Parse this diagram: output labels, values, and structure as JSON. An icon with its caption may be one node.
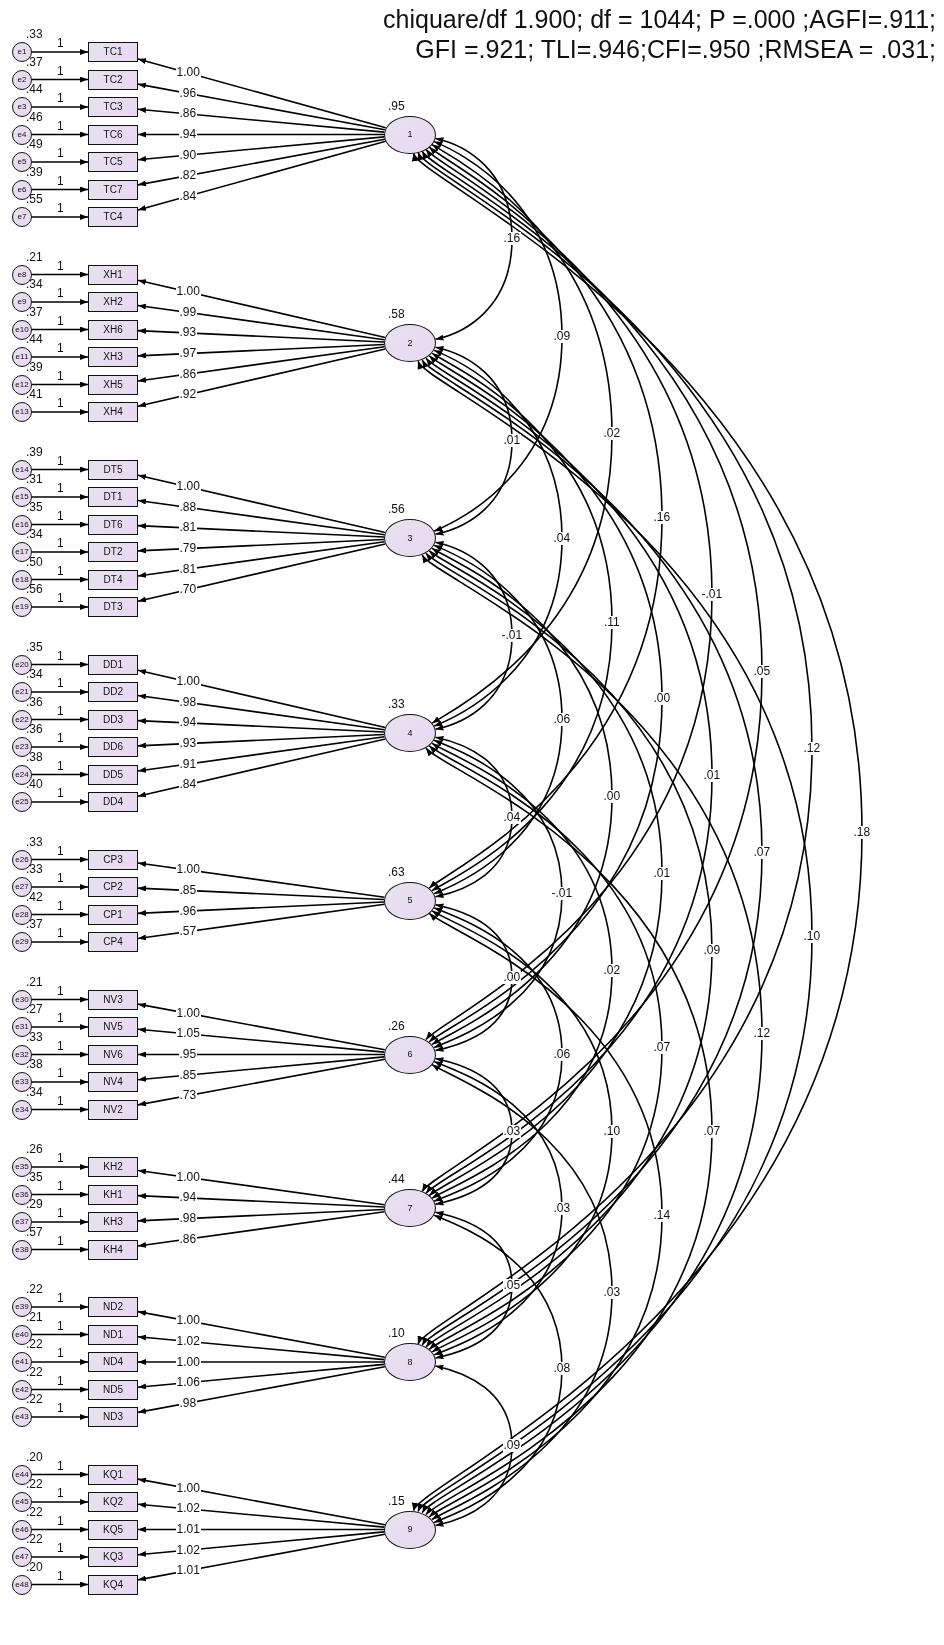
{
  "diagram": {
    "title": "chiquare/df 1.900; df = 1044; P =.000 ;AGFI=.911; GFI =.921; TLI=.946;CFI=.950 ;RMSEA = .031;",
    "nodes": [
      {
        "text": [
          "e1"
        ],
        "beside": [
          ".33"
        ]
      },
      {
        "text": [
          "e2"
        ],
        "beside": [
          ".37"
        ]
      },
      {
        "text": [
          "e3"
        ],
        "beside": [
          ".44"
        ]
      },
      {
        "text": [
          "e4"
        ],
        "beside": [
          ".46"
        ]
      },
      {
        "text": [
          "e5"
        ],
        "beside": [
          ".49"
        ]
      },
      {
        "text": [
          "e6"
        ],
        "beside": [
          ".39"
        ]
      },
      {
        "text": [
          "e7"
        ],
        "beside": [
          ".55"
        ]
      },
      {
        "text": [
          "TC1"
        ]
      },
      {
        "text": [
          "TC2"
        ]
      },
      {
        "text": [
          "TC3"
        ]
      },
      {
        "text": [
          "TC6"
        ]
      },
      {
        "text": [
          "TC5"
        ]
      },
      {
        "text": [
          "TC7"
        ]
      },
      {
        "text": [
          "TC4"
        ]
      },
      {
        "text": [
          "1"
        ],
        "beside": [
          ".95"
        ]
      },
      {
        "text": [
          "e8"
        ],
        "beside": [
          ".21"
        ]
      },
      {
        "text": [
          "e9"
        ],
        "beside": [
          ".34"
        ]
      },
      {
        "text": [
          "e10"
        ],
        "beside": [
          ".37"
        ]
      },
      {
        "text": [
          "e11"
        ],
        "beside": [
          ".44"
        ]
      },
      {
        "text": [
          "e12"
        ],
        "beside": [
          ".39"
        ]
      },
      {
        "text": [
          "e13"
        ],
        "beside": [
          ".41"
        ]
      },
      {
        "text": [
          "XH1"
        ]
      },
      {
        "text": [
          "XH2"
        ]
      },
      {
        "text": [
          "XH6"
        ]
      },
      {
        "text": [
          "XH3"
        ]
      },
      {
        "text": [
          "XH5"
        ]
      },
      {
        "text": [
          "XH4"
        ]
      },
      {
        "text": [
          "2"
        ],
        "beside": [
          ".58"
        ]
      },
      {
        "text": [
          "e14"
        ],
        "beside": [
          ".39"
        ]
      },
      {
        "text": [
          "e15"
        ],
        "beside": [
          ".31"
        ]
      },
      {
        "text": [
          "e16"
        ],
        "beside": [
          ".35"
        ]
      },
      {
        "text": [
          "e17"
        ],
        "beside": [
          ".34"
        ]
      },
      {
        "text": [
          "e18"
        ],
        "beside": [
          ".50"
        ]
      },
      {
        "text": [
          "e19"
        ],
        "beside": [
          ".56"
        ]
      },
      {
        "text": [
          "DT5"
        ]
      },
      {
        "text": [
          "DT1"
        ]
      },
      {
        "text": [
          "DT6"
        ]
      },
      {
        "text": [
          "DT2"
        ]
      },
      {
        "text": [
          "DT4"
        ]
      },
      {
        "text": [
          "DT3"
        ]
      },
      {
        "text": [
          "3"
        ],
        "beside": [
          ".56"
        ]
      },
      {
        "text": [
          "e20"
        ],
        "beside": [
          ".35"
        ]
      },
      {
        "text": [
          "e21"
        ],
        "beside": [
          ".34"
        ]
      },
      {
        "text": [
          "e22"
        ],
        "beside": [
          ".36"
        ]
      },
      {
        "text": [
          "e23"
        ],
        "beside": [
          ".36"
        ]
      },
      {
        "text": [
          "e24"
        ],
        "beside": [
          ".38"
        ]
      },
      {
        "text": [
          "e25"
        ],
        "beside": [
          ".40"
        ]
      },
      {
        "text": [
          "DD1"
        ]
      },
      {
        "text": [
          "DD2"
        ]
      },
      {
        "text": [
          "DD3"
        ]
      },
      {
        "text": [
          "DD6"
        ]
      },
      {
        "text": [
          "DD5"
        ]
      },
      {
        "text": [
          "DD4"
        ]
      },
      {
        "text": [
          "4"
        ],
        "beside": [
          ".33"
        ]
      },
      {
        "text": [
          "e26"
        ],
        "beside": [
          ".33"
        ]
      },
      {
        "text": [
          "e27"
        ],
        "beside": [
          ".33"
        ]
      },
      {
        "text": [
          "e28"
        ],
        "beside": [
          ".42"
        ]
      },
      {
        "text": [
          "e29"
        ],
        "beside": [
          ".37"
        ]
      },
      {
        "text": [
          "CP3"
        ]
      },
      {
        "text": [
          "CP2"
        ]
      },
      {
        "text": [
          "CP1"
        ]
      },
      {
        "text": [
          "CP4"
        ]
      },
      {
        "text": [
          "5"
        ],
        "beside": [
          ".63"
        ]
      },
      {
        "text": [
          "e30"
        ],
        "beside": [
          ".21"
        ]
      },
      {
        "text": [
          "e31"
        ],
        "beside": [
          ".27"
        ]
      },
      {
        "text": [
          "e32"
        ],
        "beside": [
          ".33"
        ]
      },
      {
        "text": [
          "e33"
        ],
        "beside": [
          ".38"
        ]
      },
      {
        "text": [
          "e34"
        ],
        "beside": [
          ".34"
        ]
      },
      {
        "text": [
          "NV3"
        ]
      },
      {
        "text": [
          "NV5"
        ]
      },
      {
        "text": [
          "NV6"
        ]
      },
      {
        "text": [
          "NV4"
        ]
      },
      {
        "text": [
          "NV2"
        ]
      },
      {
        "text": [
          "6"
        ],
        "beside": [
          ".26"
        ]
      },
      {
        "text": [
          "e35"
        ],
        "beside": [
          ".26"
        ]
      },
      {
        "text": [
          "e36"
        ],
        "beside": [
          ".35"
        ]
      },
      {
        "text": [
          "e37"
        ],
        "beside": [
          ".29"
        ]
      },
      {
        "text": [
          "e38"
        ],
        "beside": [
          ".57"
        ]
      },
      {
        "text": [
          "KH2"
        ]
      },
      {
        "text": [
          "KH1"
        ]
      },
      {
        "text": [
          "KH3"
        ]
      },
      {
        "text": [
          "KH4"
        ]
      },
      {
        "text": [
          "7"
        ],
        "beside": [
          ".44"
        ]
      },
      {
        "text": [
          "e39"
        ],
        "beside": [
          ".22"
        ]
      },
      {
        "text": [
          "e40"
        ],
        "beside": [
          ".21"
        ]
      },
      {
        "text": [
          "e41"
        ],
        "beside": [
          ".22"
        ]
      },
      {
        "text": [
          "e42"
        ],
        "beside": [
          ".22"
        ]
      },
      {
        "text": [
          "e43"
        ],
        "beside": [
          ".22"
        ]
      },
      {
        "text": [
          "ND2"
        ]
      },
      {
        "text": [
          "ND1"
        ]
      },
      {
        "text": [
          "ND4"
        ]
      },
      {
        "text": [
          "ND5"
        ]
      },
      {
        "text": [
          "ND3"
        ]
      },
      {
        "text": [
          "8"
        ],
        "beside": [
          ".10"
        ]
      },
      {
        "text": [
          "e44"
        ],
        "beside": [
          ".20"
        ]
      },
      {
        "text": [
          "e45"
        ],
        "beside": [
          ".22"
        ]
      },
      {
        "text": [
          "e46"
        ],
        "beside": [
          ".22"
        ]
      },
      {
        "text": [
          "e47"
        ],
        "beside": [
          ".22"
        ]
      },
      {
        "text": [
          "e48"
        ],
        "beside": [
          ".20"
        ]
      },
      {
        "text": [
          "KQ1"
        ]
      },
      {
        "text": [
          "KQ2"
        ]
      },
      {
        "text": [
          "KQ5"
        ]
      },
      {
        "text": [
          "KQ3"
        ]
      },
      {
        "text": [
          "KQ4"
        ]
      },
      {
        "text": [
          "9"
        ],
        "beside": [
          ".15"
        ]
      }
    ],
    "edges": [
      {
        "from": 0,
        "to": 7,
        "arrow": "to",
        "label": "1"
      },
      {
        "from": 1,
        "to": 8,
        "arrow": "to",
        "label": "1"
      },
      {
        "from": 2,
        "to": 9,
        "arrow": "to",
        "label": "1"
      },
      {
        "from": 3,
        "to": 10,
        "arrow": "to",
        "label": "1"
      },
      {
        "from": 4,
        "to": 11,
        "arrow": "to",
        "label": "1"
      },
      {
        "from": 5,
        "to": 12,
        "arrow": "to",
        "label": "1"
      },
      {
        "from": 6,
        "to": 13,
        "arrow": "to",
        "label": "1"
      },
      {
        "from": 14,
        "to": 7,
        "arrow": "to",
        "label": "1.00"
      },
      {
        "from": 14,
        "to": 8,
        "arrow": "to",
        "label": ".96"
      },
      {
        "from": 14,
        "to": 9,
        "arrow": "to",
        "label": ".86"
      },
      {
        "from": 14,
        "to": 10,
        "arrow": "to",
        "label": ".94"
      },
      {
        "from": 14,
        "to": 11,
        "arrow": "to",
        "label": ".90"
      },
      {
        "from": 14,
        "to": 12,
        "arrow": "to",
        "label": ".82"
      },
      {
        "from": 14,
        "to": 13,
        "arrow": "to",
        "label": ".84"
      },
      {
        "from": 15,
        "to": 21,
        "arrow": "to",
        "label": "1"
      },
      {
        "from": 16,
        "to": 22,
        "arrow": "to",
        "label": "1"
      },
      {
        "from": 17,
        "to": 23,
        "arrow": "to",
        "label": "1"
      },
      {
        "from": 18,
        "to": 24,
        "arrow": "to",
        "label": "1"
      },
      {
        "from": 19,
        "to": 25,
        "arrow": "to",
        "label": "1"
      },
      {
        "from": 20,
        "to": 26,
        "arrow": "to",
        "label": "1"
      },
      {
        "from": 27,
        "to": 21,
        "arrow": "to",
        "label": "1.00"
      },
      {
        "from": 27,
        "to": 22,
        "arrow": "to",
        "label": ".99"
      },
      {
        "from": 27,
        "to": 23,
        "arrow": "to",
        "label": ".93"
      },
      {
        "from": 27,
        "to": 24,
        "arrow": "to",
        "label": ".97"
      },
      {
        "from": 27,
        "to": 25,
        "arrow": "to",
        "label": ".86"
      },
      {
        "from": 27,
        "to": 26,
        "arrow": "to",
        "label": ".92"
      },
      {
        "from": 28,
        "to": 34,
        "arrow": "to",
        "label": "1"
      },
      {
        "from": 29,
        "to": 35,
        "arrow": "to",
        "label": "1"
      },
      {
        "from": 30,
        "to": 36,
        "arrow": "to",
        "label": "1"
      },
      {
        "from": 31,
        "to": 37,
        "arrow": "to",
        "label": "1"
      },
      {
        "from": 32,
        "to": 38,
        "arrow": "to",
        "label": "1"
      },
      {
        "from": 33,
        "to": 39,
        "arrow": "to",
        "label": "1"
      },
      {
        "from": 40,
        "to": 34,
        "arrow": "to",
        "label": "1.00"
      },
      {
        "from": 40,
        "to": 35,
        "arrow": "to",
        "label": ".88"
      },
      {
        "from": 40,
        "to": 36,
        "arrow": "to",
        "label": ".81"
      },
      {
        "from": 40,
        "to": 37,
        "arrow": "to",
        "label": ".79"
      },
      {
        "from": 40,
        "to": 38,
        "arrow": "to",
        "label": ".81"
      },
      {
        "from": 40,
        "to": 39,
        "arrow": "to",
        "label": ".70"
      },
      {
        "from": 41,
        "to": 47,
        "arrow": "to",
        "label": "1"
      },
      {
        "from": 42,
        "to": 48,
        "arrow": "to",
        "label": "1"
      },
      {
        "from": 43,
        "to": 49,
        "arrow": "to",
        "label": "1"
      },
      {
        "from": 44,
        "to": 50,
        "arrow": "to",
        "label": "1"
      },
      {
        "from": 45,
        "to": 51,
        "arrow": "to",
        "label": "1"
      },
      {
        "from": 46,
        "to": 52,
        "arrow": "to",
        "label": "1"
      },
      {
        "from": 53,
        "to": 47,
        "arrow": "to",
        "label": "1.00"
      },
      {
        "from": 53,
        "to": 48,
        "arrow": "to",
        "label": ".98"
      },
      {
        "from": 53,
        "to": 49,
        "arrow": "to",
        "label": ".94"
      },
      {
        "from": 53,
        "to": 50,
        "arrow": "to",
        "label": ".93"
      },
      {
        "from": 53,
        "to": 51,
        "arrow": "to",
        "label": ".91"
      },
      {
        "from": 53,
        "to": 52,
        "arrow": "to",
        "label": ".84"
      },
      {
        "from": 54,
        "to": 58,
        "arrow": "to",
        "label": "1"
      },
      {
        "from": 55,
        "to": 59,
        "arrow": "to",
        "label": "1"
      },
      {
        "from": 56,
        "to": 60,
        "arrow": "to",
        "label": "1"
      },
      {
        "from": 57,
        "to": 61,
        "arrow": "to",
        "label": "1"
      },
      {
        "from": 62,
        "to": 58,
        "arrow": "to",
        "label": "1.00"
      },
      {
        "from": 62,
        "to": 59,
        "arrow": "to",
        "label": ".85"
      },
      {
        "from": 62,
        "to": 60,
        "arrow": "to",
        "label": ".96"
      },
      {
        "from": 62,
        "to": 61,
        "arrow": "to",
        "label": ".57"
      },
      {
        "from": 63,
        "to": 68,
        "arrow": "to",
        "label": "1"
      },
      {
        "from": 64,
        "to": 69,
        "arrow": "to",
        "label": "1"
      },
      {
        "from": 65,
        "to": 70,
        "arrow": "to",
        "label": "1"
      },
      {
        "from": 66,
        "to": 71,
        "arrow": "to",
        "label": "1"
      },
      {
        "from": 67,
        "to": 72,
        "arrow": "to",
        "label": "1"
      },
      {
        "from": 73,
        "to": 68,
        "arrow": "to",
        "label": "1.00"
      },
      {
        "from": 73,
        "to": 69,
        "arrow": "to",
        "label": "1.05"
      },
      {
        "from": 73,
        "to": 70,
        "arrow": "to",
        "label": ".95"
      },
      {
        "from": 73,
        "to": 71,
        "arrow": "to",
        "label": ".85"
      },
      {
        "from": 73,
        "to": 72,
        "arrow": "to",
        "label": ".73"
      },
      {
        "from": 74,
        "to": 78,
        "arrow": "to",
        "label": "1"
      },
      {
        "from": 75,
        "to": 79,
        "arrow": "to",
        "label": "1"
      },
      {
        "from": 76,
        "to": 80,
        "arrow": "to",
        "label": "1"
      },
      {
        "from": 77,
        "to": 81,
        "arrow": "to",
        "label": "1"
      },
      {
        "from": 82,
        "to": 78,
        "arrow": "to",
        "label": "1.00"
      },
      {
        "from": 82,
        "to": 79,
        "arrow": "to",
        "label": ".94"
      },
      {
        "from": 82,
        "to": 80,
        "arrow": "to",
        "label": ".98"
      },
      {
        "from": 82,
        "to": 81,
        "arrow": "to",
        "label": ".86"
      },
      {
        "from": 83,
        "to": 88,
        "arrow": "to",
        "label": "1"
      },
      {
        "from": 84,
        "to": 89,
        "arrow": "to",
        "label": "1"
      },
      {
        "from": 85,
        "to": 90,
        "arrow": "to",
        "label": "1"
      },
      {
        "from": 86,
        "to": 91,
        "arrow": "to",
        "label": "1"
      },
      {
        "from": 87,
        "to": 92,
        "arrow": "to",
        "label": "1"
      },
      {
        "from": 93,
        "to": 88,
        "arrow": "to",
        "label": "1.00"
      },
      {
        "from": 93,
        "to": 89,
        "arrow": "to",
        "label": "1.02"
      },
      {
        "from": 93,
        "to": 90,
        "arrow": "to",
        "label": "1.00"
      },
      {
        "from": 93,
        "to": 91,
        "arrow": "to",
        "label": "1.06"
      },
      {
        "from": 93,
        "to": 92,
        "arrow": "to",
        "label": ".98"
      },
      {
        "from": 94,
        "to": 99,
        "arrow": "to",
        "label": "1"
      },
      {
        "from": 95,
        "to": 100,
        "arrow": "to",
        "label": "1"
      },
      {
        "from": 96,
        "to": 101,
        "arrow": "to",
        "label": "1"
      },
      {
        "from": 97,
        "to": 102,
        "arrow": "to",
        "label": "1"
      },
      {
        "from": 98,
        "to": 103,
        "arrow": "to",
        "label": "1"
      },
      {
        "from": 104,
        "to": 99,
        "arrow": "to",
        "label": "1.00"
      },
      {
        "from": 104,
        "to": 100,
        "arrow": "to",
        "label": "1.02"
      },
      {
        "from": 104,
        "to": 101,
        "arrow": "to",
        "label": "1.01"
      },
      {
        "from": 104,
        "to": 102,
        "arrow": "to",
        "label": "1.02"
      },
      {
        "from": 104,
        "to": 103,
        "arrow": "to",
        "label": "1.01"
      },
      {
        "from": 14,
        "to": 27,
        "arrow": "both",
        "label": ".16"
      },
      {
        "from": 14,
        "to": 40,
        "arrow": "both",
        "label": ".09"
      },
      {
        "from": 14,
        "to": 53,
        "arrow": "both",
        "label": ".02"
      },
      {
        "from": 14,
        "to": 62,
        "arrow": "both",
        "label": ".16"
      },
      {
        "from": 14,
        "to": 73,
        "arrow": "both",
        "label": "-.01"
      },
      {
        "from": 14,
        "to": 82,
        "arrow": "both",
        "label": ".05"
      },
      {
        "from": 14,
        "to": 93,
        "arrow": "both",
        "label": ".12"
      },
      {
        "from": 14,
        "to": 104,
        "arrow": "both",
        "label": ".18"
      },
      {
        "from": 27,
        "to": 40,
        "arrow": "both",
        "label": ".01"
      },
      {
        "from": 27,
        "to": 53,
        "arrow": "both",
        "label": ".04"
      },
      {
        "from": 27,
        "to": 62,
        "arrow": "both",
        "label": ".11"
      },
      {
        "from": 27,
        "to": 73,
        "arrow": "both",
        "label": ".00"
      },
      {
        "from": 27,
        "to": 82,
        "arrow": "both",
        "label": ".01"
      },
      {
        "from": 27,
        "to": 93,
        "arrow": "both",
        "label": ".07"
      },
      {
        "from": 27,
        "to": 104,
        "arrow": "both",
        "label": ".10"
      },
      {
        "from": 40,
        "to": 53,
        "arrow": "both",
        "label": "-.01"
      },
      {
        "from": 40,
        "to": 62,
        "arrow": "both",
        "label": ".06"
      },
      {
        "from": 40,
        "to": 73,
        "arrow": "both",
        "label": ".00"
      },
      {
        "from": 40,
        "to": 82,
        "arrow": "both",
        "label": ".01"
      },
      {
        "from": 40,
        "to": 93,
        "arrow": "both",
        "label": ".09"
      },
      {
        "from": 40,
        "to": 104,
        "arrow": "both",
        "label": ".12"
      },
      {
        "from": 53,
        "to": 62,
        "arrow": "both",
        "label": ".04"
      },
      {
        "from": 53,
        "to": 73,
        "arrow": "both",
        "label": "-.01"
      },
      {
        "from": 53,
        "to": 82,
        "arrow": "both",
        "label": ".02"
      },
      {
        "from": 53,
        "to": 93,
        "arrow": "both",
        "label": ".07"
      },
      {
        "from": 53,
        "to": 104,
        "arrow": "both",
        "label": ".07"
      },
      {
        "from": 62,
        "to": 73,
        "arrow": "both",
        "label": ".00"
      },
      {
        "from": 62,
        "to": 82,
        "arrow": "both",
        "label": ".06"
      },
      {
        "from": 62,
        "to": 93,
        "arrow": "both",
        "label": ".10"
      },
      {
        "from": 62,
        "to": 104,
        "arrow": "both",
        "label": ".14"
      },
      {
        "from": 73,
        "to": 82,
        "arrow": "both",
        "label": ".03"
      },
      {
        "from": 73,
        "to": 93,
        "arrow": "both",
        "label": ".03"
      },
      {
        "from": 73,
        "to": 104,
        "arrow": "both",
        "label": ".03"
      },
      {
        "from": 82,
        "to": 93,
        "arrow": "both",
        "label": ".05"
      },
      {
        "from": 82,
        "to": 104,
        "arrow": "both",
        "label": ".08"
      },
      {
        "from": 93,
        "to": 104,
        "arrow": "both",
        "label": ".09"
      }
    ]
  }
}
